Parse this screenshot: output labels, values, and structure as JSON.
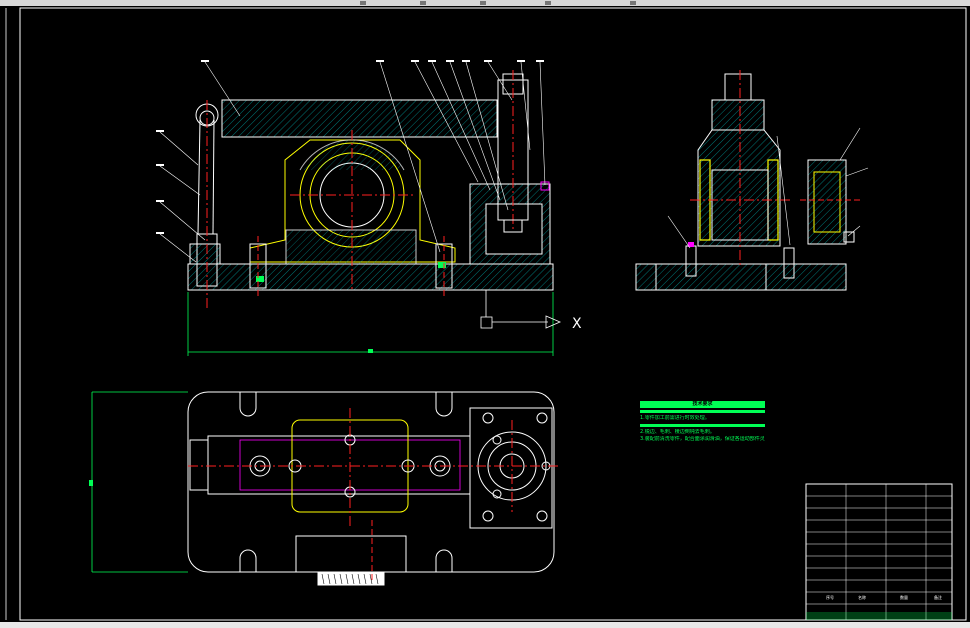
{
  "app": {
    "title_bar_icons": [
      "cursor-icon",
      "toolbar-icon"
    ],
    "background": "#000000",
    "line_colors": {
      "outline": "#ffffff",
      "hatch": "#00c8c8",
      "center": "#ff2020",
      "yellow": "#ffff00",
      "green": "#00ff55",
      "magenta": "#ff00ff"
    }
  },
  "tech_notes": {
    "title": "技术要求",
    "lines": [
      "1.零件加工前需进行时效处理。",
      "2.锐边、毛刺、棱边倒钝去毛刺。",
      "3.装配前清洗零件，配合面涂润滑油，保证各运动部件灵活可靠。"
    ]
  },
  "title_block": {
    "footer_labels": [
      "序号",
      "名称",
      "数量",
      "备注"
    ]
  },
  "ucs": {
    "x_label": "X"
  }
}
